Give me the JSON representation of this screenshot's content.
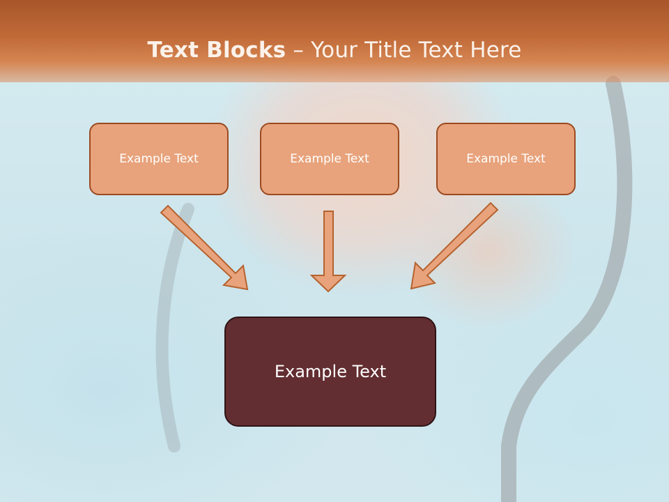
{
  "title": {
    "bold": "Text Blocks",
    "rest": " – Your Title Text Here"
  },
  "boxes": [
    {
      "label": "Example Text"
    },
    {
      "label": "Example Text"
    },
    {
      "label": "Example Text"
    }
  ],
  "main_box": {
    "label": "Example Text"
  },
  "colors": {
    "header": "#c06a38",
    "small_box_fill": "#e8a37c",
    "small_box_border": "#9b4a20",
    "arrow_fill": "#e8a37c",
    "arrow_stroke": "#b5622f",
    "main_box_fill": "#632e31",
    "main_box_border": "#2e1416"
  }
}
